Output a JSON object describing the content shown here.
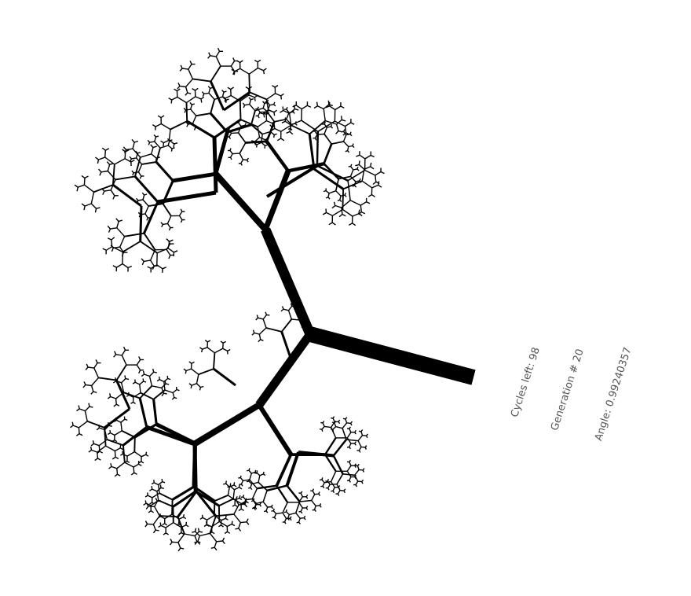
{
  "info": {
    "cycles_label": "Cycles left: 98",
    "generation_label": "Generation # 20",
    "angle_label": "Angle: 0.99240357"
  },
  "tree": {
    "color": "#000000",
    "background": "#ffffff"
  }
}
